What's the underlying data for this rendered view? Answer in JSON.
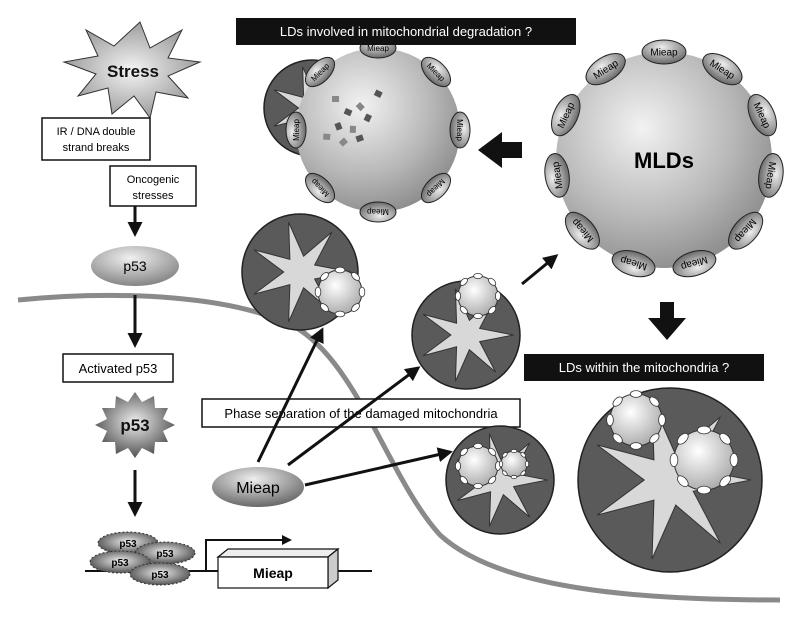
{
  "stress": "Stress",
  "ir_dna_line1": "IR / DNA double",
  "ir_dna_line2": "strand breaks",
  "oncogenic_line1": "Oncogenic",
  "oncogenic_line2": "stresses",
  "p53": "p53",
  "activated_p53": "Activated p53",
  "p53_active": "p53",
  "p53_tetramer": [
    "p53",
    "p53",
    "p53",
    "p53"
  ],
  "mieap_gene": "Mieap",
  "mieap_protein": "Mieap",
  "phase_separation": "Phase separation of the damaged mitochondria",
  "ld_degradation_title": "LDs involved in mitochondrial degradation ?",
  "ld_within_title": "LDs within the mitochondria ?",
  "mlds": "MLDs",
  "mieap_small": "Mieap"
}
